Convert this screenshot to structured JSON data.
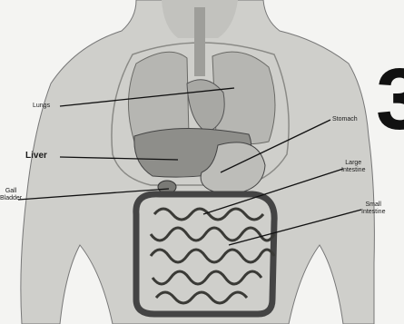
{
  "labels": {
    "lungs": "Lungs",
    "liver": "Liver",
    "gall_bladder": [
      "Gall",
      "Bladder"
    ],
    "stomach": "Stomach",
    "large_intestine": [
      "Large",
      "Intestine"
    ],
    "small_intestine": [
      "Small",
      "Intestine"
    ]
  },
  "figure_number": "3"
}
